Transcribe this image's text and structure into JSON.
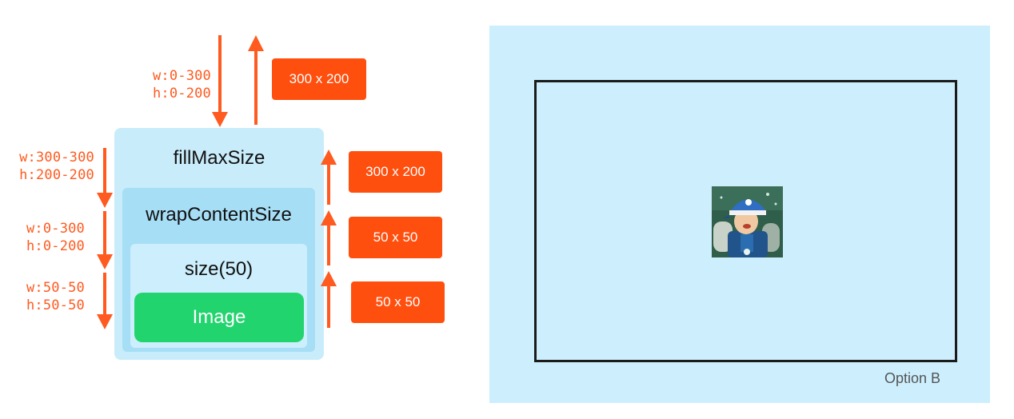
{
  "diagram": {
    "constraints": {
      "incoming_top": [
        "w:0-300",
        "h:0-200"
      ],
      "fill": [
        "w:300-300",
        "h:200-200"
      ],
      "wrap": [
        "w:0-300",
        "h:0-200"
      ],
      "size": [
        "w:50-50",
        "h:50-50"
      ]
    },
    "badges": {
      "outgoing_top": "300 x 200",
      "fill": "300 x 200",
      "wrap": "50 x 50",
      "size": "50 x 50"
    },
    "boxes": {
      "fill_label": "fillMaxSize",
      "wrap_label": "wrapContentSize",
      "size_label": "size(50)",
      "image_label": "Image"
    },
    "colors": {
      "accent": "#ff4f0f",
      "fill_box": "#c9ecfb",
      "wrap_box": "#a6def6",
      "image": "#22d46e",
      "panel": "#cdeffd"
    }
  },
  "preview": {
    "option_label": "Option B",
    "image_icon": "avatar-icon"
  }
}
